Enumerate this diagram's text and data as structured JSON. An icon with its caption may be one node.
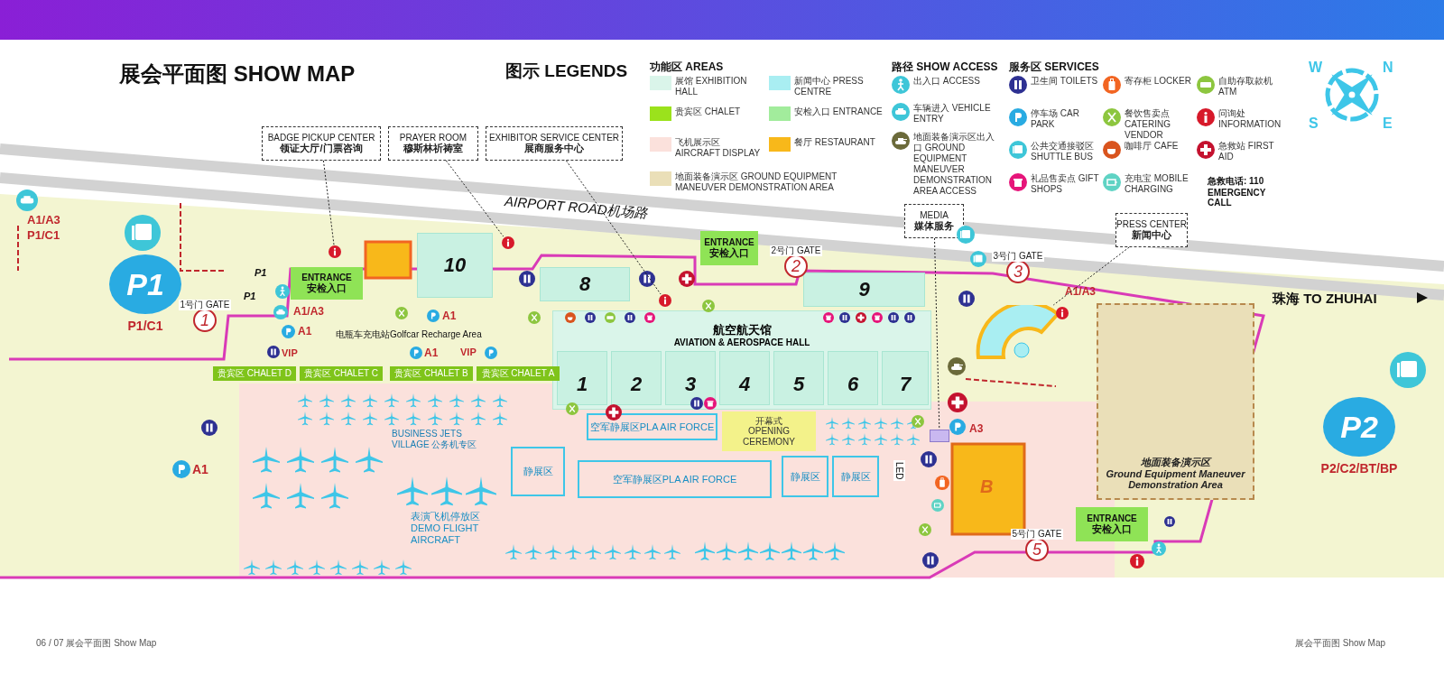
{
  "diagram": {
    "title": "展会平面图 SHOW MAP",
    "nodes": [
      {
        "text": [
          "BADGE PICKUP CENTER",
          "领证大厅/门票咨询"
        ]
      },
      {
        "text": [
          "PRAYER ROOM",
          "穆斯林祈祷室"
        ]
      },
      {
        "text": [
          "EXHIBITOR SERVICE CENTER",
          "展商服务中心"
        ]
      },
      {
        "text": [
          "MEDIA",
          "媒体服务"
        ]
      },
      {
        "text": [
          "PRESS CENTER",
          "新闻中心"
        ]
      },
      {
        "text": [
          "航空航天馆",
          "AVIATION & AEROSPACE HALL"
        ]
      },
      {
        "text": [
          "1"
        ],
        "in": 5
      },
      {
        "text": [
          "2"
        ],
        "in": 5
      },
      {
        "text": [
          "3"
        ],
        "in": 5
      },
      {
        "text": [
          "4"
        ],
        "in": 5
      },
      {
        "text": [
          "5"
        ],
        "in": 5
      },
      {
        "text": [
          "6"
        ],
        "in": 5
      },
      {
        "text": [
          "7"
        ],
        "in": 5
      },
      {
        "text": [
          "8"
        ]
      },
      {
        "text": [
          "9"
        ]
      },
      {
        "text": [
          "10"
        ]
      },
      {
        "text": [
          "ENTRANCE",
          "安检入口"
        ]
      },
      {
        "text": [
          "ENTRANCE",
          "安检入口"
        ]
      },
      {
        "text": [
          "ENTRANCE",
          "安检入口"
        ]
      },
      {
        "text": [
          "P1"
        ],
        "beside": [
          "P1/C1"
        ]
      },
      {
        "text": [
          "P2"
        ],
        "beside": [
          "P2/C2/BT/BP"
        ]
      },
      {
        "text": [
          "1"
        ],
        "beside": [
          "1号门 GATE"
        ]
      },
      {
        "text": [
          "2"
        ],
        "beside": [
          "2号门 GATE"
        ]
      },
      {
        "text": [
          "3"
        ],
        "beside": [
          "3号门 GATE"
        ]
      },
      {
        "text": [
          "5"
        ],
        "beside": [
          "5号门 GATE"
        ]
      },
      {
        "text": [
          "空军静展区PLA AIR FORCE"
        ]
      },
      {
        "text": [
          "静展区"
        ]
      },
      {
        "text": [
          "空军静展区PLA AIR FORCE"
        ]
      },
      {
        "text": [
          "静展区"
        ]
      },
      {
        "text": [
          "静展区"
        ]
      },
      {
        "text": [
          "开幕式",
          "OPENING CEREMONY"
        ]
      },
      {
        "text": [
          "地面装备演示区",
          "Ground Equipment Maneuver Demonstration Area"
        ]
      },
      {
        "text": [
          "贵宾区 CHALET D"
        ]
      },
      {
        "text": [
          "贵宾区 CHALET C"
        ]
      },
      {
        "text": [
          "贵宾区 CHALET B"
        ]
      },
      {
        "text": [
          "贵宾区 CHALET A"
        ]
      },
      {
        "text": [],
        "shape": "circle"
      },
      {
        "text": [],
        "shape": "circle"
      },
      {
        "text": [],
        "shape": "circle"
      },
      {
        "text": [],
        "shape": "box"
      },
      {
        "text": [],
        "shape": "circle"
      }
    ],
    "edges": [
      {
        "from": 0,
        "to": 36,
        "arrow": "none",
        "style": "dashed"
      },
      {
        "from": 1,
        "to": 37,
        "arrow": "none",
        "style": "dashed"
      },
      {
        "from": 2,
        "to": 38,
        "arrow": "none",
        "style": "dashed"
      },
      {
        "from": 3,
        "to": 39,
        "arrow": "none",
        "style": "dashed"
      },
      {
        "from": 4,
        "to": 40,
        "arrow": "none",
        "style": "dashed"
      }
    ],
    "labels": [
      "图示 LEGENDS",
      "功能区 AREAS",
      "路径 SHOW ACCESS",
      "服务区 SERVICES",
      "急救电话: 110 EMERGENCY CALL",
      "W",
      "N",
      "S",
      "E",
      "AIRPORT ROAD机场路",
      "珠海 TO ZHUHAI",
      "A1/A3",
      "P1/C1",
      "P1",
      "P1",
      "A1/A3",
      "A1",
      "VIP",
      "A1",
      "A1",
      "VIP",
      "电瓶车充电站Golfcar Recharge Area",
      "A1/A3",
      "A3",
      "A1",
      "BUSINESS JETS VILLAGE 公务机专区",
      "表演飞机停放区 DEMO FLIGHT AIRCRAFT",
      "LED",
      "06 / 07 展会平面图 Show Map",
      "展会平面图 Show Map",
      "B"
    ],
    "legend": [
      {
        "text": "展馆 EXHIBITION HALL",
        "color": "#daf5ea"
      },
      {
        "text": "新闻中心 PRESS CENTRE",
        "color": "#a9eef2"
      },
      {
        "text": "贵宾区 CHALET",
        "color": "#9be21c"
      },
      {
        "text": "安检入口 ENTRANCE",
        "color": "#a2ec9c"
      },
      {
        "text": "飞机展示区 AIRCRAFT DISPLAY",
        "color": "#fbe1dc"
      },
      {
        "text": "餐厅 RESTAURANT",
        "color": "#f8b81a"
      },
      {
        "text": "地面装备演示区 GROUND EQUIPMENT MANEUVER DEMONSTRATION AREA",
        "color": "#eadfb8"
      },
      {
        "text": "出入口 ACCESS"
      },
      {
        "text": "车辆进入 VEHICLE ENTRY"
      },
      {
        "text": "地面装备演示区出入口 GROUND EQUIPMENT MANEUVER DEMONSTRATION AREA ACCESS"
      },
      {
        "text": "卫生间 TOILETS"
      },
      {
        "text": "寄存柜 LOCKER"
      },
      {
        "text": "自助存取款机 ATM"
      },
      {
        "text": "停车场 CAR PARK"
      },
      {
        "text": "餐饮售卖点 CATERING VENDOR"
      },
      {
        "text": "问询处 INFORMATION"
      },
      {
        "text": "公共交通接驳区 SHUTTLE BUS"
      },
      {
        "text": "咖啡厅 CAFE"
      },
      {
        "text": "急救站 FIRST AID"
      },
      {
        "text": "礼品售卖点 GIFT SHOPS"
      },
      {
        "text": "充电宝 MOBILE CHARGING"
      }
    ]
  }
}
